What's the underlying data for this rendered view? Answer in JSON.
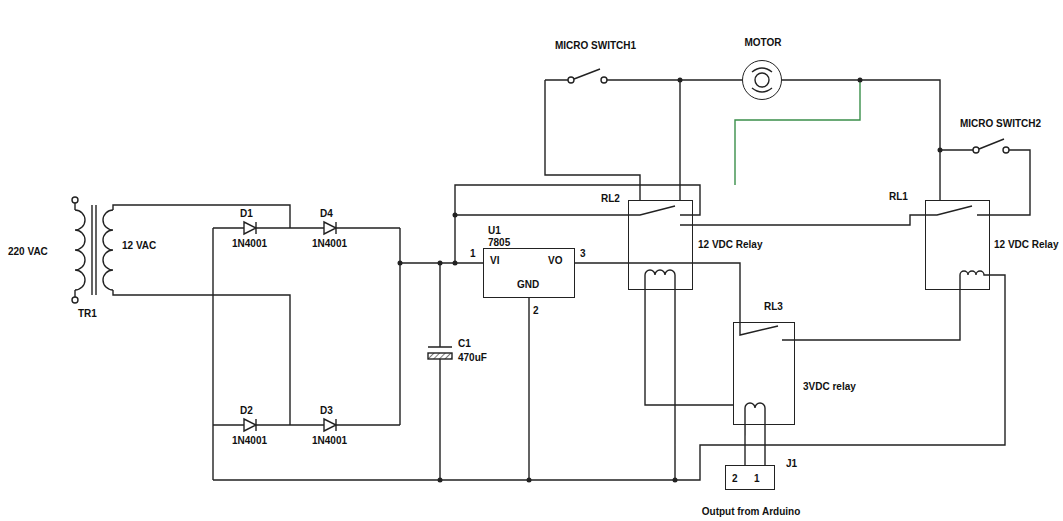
{
  "diagram": {
    "nodes": [
      {
        "text": [
          "MOTOR"
        ]
      },
      {
        "text": [
          "RL2",
          "12 VDC Relay"
        ]
      },
      {
        "text": [
          "RL1",
          "12 VDC Relay"
        ]
      },
      {
        "text": [
          "U1",
          "7805",
          "VI",
          "VO",
          "GND"
        ]
      },
      {
        "text": [
          "RL3",
          "3VDC relay"
        ]
      },
      {
        "text": [
          "2",
          "1",
          "J1",
          "Output from Arduino"
        ]
      }
    ],
    "edges": [
      {
        "from": 3,
        "to": 4,
        "arrow": "none"
      },
      {
        "from": 4,
        "to": 5,
        "arrow": "none"
      },
      {
        "from": 4,
        "to": 2,
        "arrow": "none"
      },
      {
        "from": 4,
        "to": 1,
        "arrow": "none"
      },
      {
        "from": 0,
        "to": 1,
        "arrow": "none"
      },
      {
        "from": 0,
        "to": 2,
        "arrow": "none"
      }
    ],
    "labels": [
      "MICRO SWITCH1",
      "MICRO SWITCH2",
      "220 VAC",
      "12 VAC",
      "TR1",
      "D1",
      "1N4001",
      "D4",
      "1N4001",
      "D2",
      "1N4001",
      "D3",
      "1N4001",
      "C1",
      "470uF",
      "1",
      "3",
      "2"
    ]
  }
}
